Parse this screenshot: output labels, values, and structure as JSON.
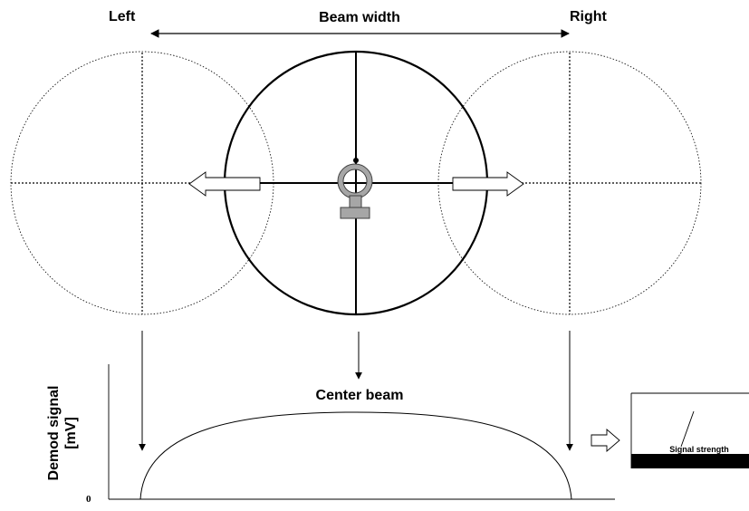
{
  "labels": {
    "left": "Left",
    "beam_width": "Beam width",
    "right": "Right",
    "center_beam": "Center beam",
    "y_axis": "Demod signal [mV]",
    "y_axis_line1": "Demod signal",
    "y_axis_line2": "[mV]",
    "zero": "0",
    "signal_strength": "Signal strength"
  },
  "colors": {
    "line": "#000000",
    "sensor_fill": "#a6a6a6",
    "sensor_stroke": "#404040",
    "meter_bar": "#000000"
  },
  "icons": [
    "sensor-icon",
    "arrow-left-icon",
    "arrow-right-icon",
    "outline-arrow-icon"
  ]
}
